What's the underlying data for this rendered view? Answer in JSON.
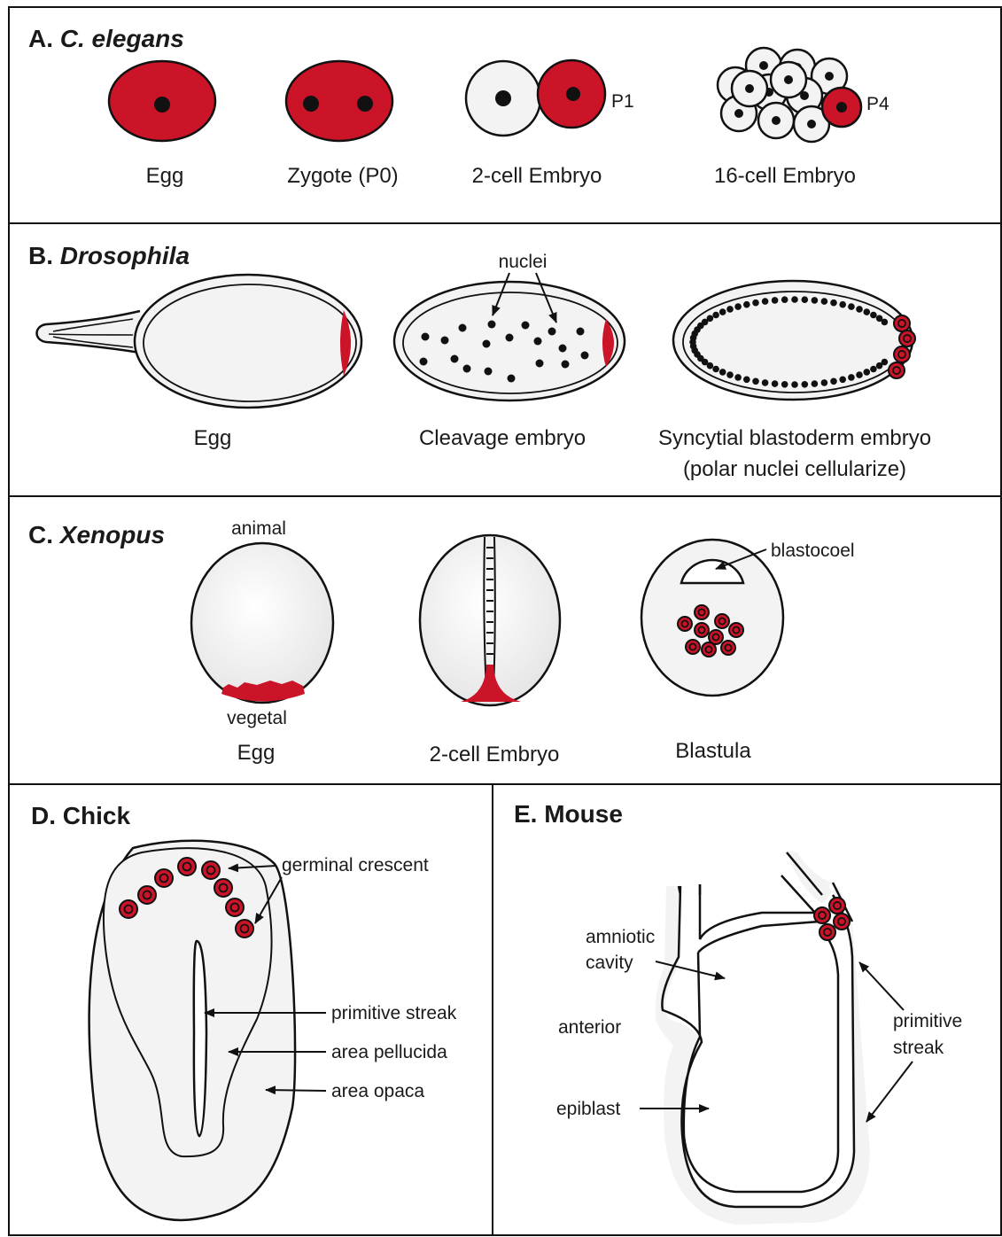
{
  "colors": {
    "germ": "#cc1428",
    "cell": "#f3f3f3",
    "line": "#111111"
  },
  "panels": {
    "a": {
      "letter": "A.",
      "organism": "C. elegans",
      "labels": [
        "Egg",
        "Zygote (P0)",
        "2-cell Embryo",
        "16-cell Embryo"
      ],
      "p1": "P1",
      "p4": "P4"
    },
    "b": {
      "letter": "B.",
      "organism": "Drosophila",
      "nuclei": "nuclei",
      "labels": [
        "Egg",
        "Cleavage embryo",
        "Syncytial blastoderm embryo",
        "(polar nuclei cellularize)"
      ]
    },
    "c": {
      "letter": "C.",
      "organism": "Xenopus",
      "animal": "animal",
      "vegetal": "vegetal",
      "blastocoel": "blastocoel",
      "labels": [
        "Egg",
        "2-cell Embryo",
        "Blastula"
      ]
    },
    "d": {
      "heading": "D. Chick",
      "germinal_crescent": "germinal crescent",
      "primitive_streak": "primitive streak",
      "area_pellucida": "area pellucida",
      "area_opaca": "area opaca"
    },
    "e": {
      "heading": "E. Mouse",
      "amniotic": "amniotic",
      "cavity": "cavity",
      "anterior": "anterior",
      "epiblast": "epiblast",
      "primitive": "primitive",
      "streak": "streak"
    }
  }
}
